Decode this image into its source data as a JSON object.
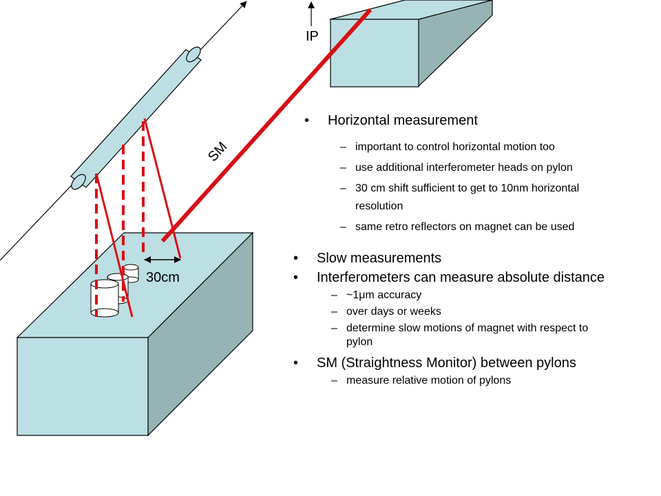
{
  "labels": {
    "ip": "IP",
    "sm": "SM",
    "shift": "30cm"
  },
  "horizontal_section": {
    "heading": "Horizontal measurement",
    "items": [
      "important to control horizontal motion too",
      "use additional interferometer heads on pylon",
      "30 cm shift sufficient to get to 10nm horizontal resolution",
      "same retro reflectors on magnet can be used"
    ]
  },
  "slow_section": {
    "bullets": [
      "Slow measurements",
      "Interferometers can measure absolute distance"
    ],
    "items": [
      "~1μm accuracy",
      "over days or weeks",
      "determine slow motions of magnet with respect to pylon"
    ],
    "sm_bullet": "SM (Straightness Monitor) between pylons",
    "sm_items": [
      "measure relative motion of pylons"
    ]
  },
  "colors": {
    "box_front": "#bcdfe3",
    "box_side": "#97b4b4",
    "beam": "#d80f16",
    "outline": "#000000"
  }
}
